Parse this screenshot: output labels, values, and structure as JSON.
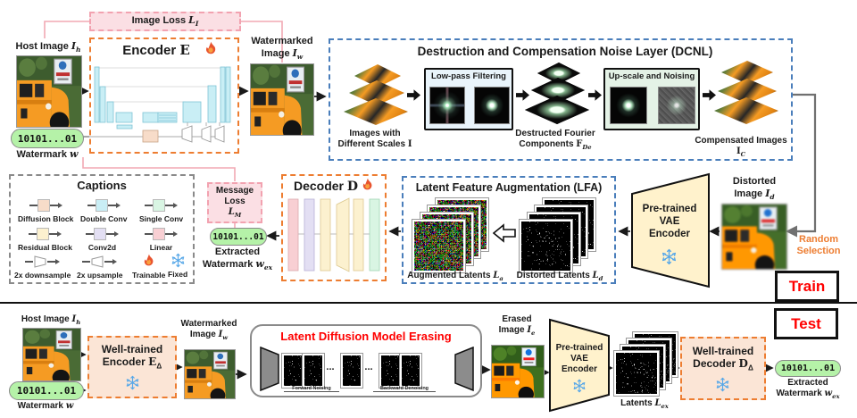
{
  "colors": {
    "trainable_flame": "#E8542F",
    "fixed_snowflake": "#58A8E8",
    "orange_dashed_border": "#ED7D31",
    "blue_dashed_border": "#4A7EBB",
    "pink_loss_fill": "#FBDFE4",
    "pink_loss_border": "#F2A2B0",
    "watermark_pill_green": "#B5F2A8",
    "vae_trapezoid_fill": "#FFF2CC",
    "badge_text_red": "#FF0000",
    "random_selection_orange": "#ED7D31",
    "lowpass_box_fill": "#E9F4FB",
    "upscale_box_fill": "#E4F2E6"
  },
  "train": {
    "image_loss": {
      "label": "Image Loss ",
      "math": "L",
      "sub": "I"
    },
    "host_image": {
      "label": "Host Image ",
      "math": "I",
      "sub": "h"
    },
    "watermark": {
      "pill": "10101...01",
      "label": "Watermark ",
      "math": "w"
    },
    "encoder": {
      "title": "Encoder ",
      "math": "E"
    },
    "watermarked_image": {
      "line1": "Watermarked",
      "line2": "Image ",
      "math": "I",
      "sub": "w"
    },
    "dcnl": {
      "title": "Destruction and Compensation Noise Layer (DCNL)",
      "scales_line1": "Images with",
      "scales_line2": "Different Scales ",
      "scales_math": "I",
      "lowpass_title": "Low-pass Filtering",
      "fourier_line1": "Destructed Fourier",
      "fourier_line2": "Components ",
      "fourier_math": "F",
      "fourier_sub": "De",
      "upscale_title": "Up-scale and Noising",
      "compensated_label": "Compensated Images ",
      "compensated_math": "I",
      "compensated_sub": "C"
    },
    "distorted_image": {
      "line1": "Distorted",
      "line2": "Image ",
      "math": "I",
      "sub": "d"
    },
    "random_selection": {
      "line1": "Random",
      "line2": "Selection"
    },
    "vae_encoder": {
      "line1": "Pre-trained",
      "line2": "VAE",
      "line3": "Encoder"
    },
    "lfa": {
      "title": "Latent Feature Augmentation (LFA)",
      "augmented_label": "Augmented Latents ",
      "augmented_math": "L",
      "augmented_sub": "a",
      "distorted_label": "Distorted Latents ",
      "distorted_math": "L",
      "distorted_sub": "d"
    },
    "decoder": {
      "title": "Decoder ",
      "math": "D"
    },
    "message_loss": {
      "label": "Message Loss",
      "math": "L",
      "sub": "M"
    },
    "extracted_watermark": {
      "pill": "10101...01",
      "line1": "Extracted",
      "line2": "Watermark ",
      "math": "w",
      "sub": "ex"
    },
    "badge": "Train"
  },
  "captions": {
    "title": "Captions",
    "items": [
      {
        "label": "Diffusion Block",
        "color": "#F7DCC9"
      },
      {
        "label": "Double Conv",
        "color": "#C9EEF5"
      },
      {
        "label": "Single Conv",
        "color": "#D9F5E3"
      },
      {
        "label": "Residual Block",
        "color": "#FCF1CF"
      },
      {
        "label": "Conv2d",
        "color": "#E3DFF3"
      },
      {
        "label": "Linear",
        "color": "#F8CFD3"
      },
      {
        "label": "2x downsample"
      },
      {
        "label": "2x upsample"
      },
      {
        "label": "Trainable"
      },
      {
        "label": "Fixed"
      }
    ]
  },
  "test": {
    "host_image": {
      "label": "Host Image ",
      "math": "I",
      "sub": "h"
    },
    "watermark": {
      "pill": "10101...01",
      "label": "Watermark ",
      "math": "w"
    },
    "encoder": {
      "line1": "Well-trained",
      "line2": "Encoder ",
      "math": "E",
      "sub": "Δ"
    },
    "watermarked_image": {
      "line1": "Watermarked",
      "line2": "Image ",
      "math": "I",
      "sub": "w"
    },
    "ldm": {
      "title": "Latent Diffusion Model Erasing",
      "forward": "Forward Noising",
      "backward": "Backward Denoising",
      "dots": "..."
    },
    "erased_image": {
      "line1": "Erased",
      "line2": "Image ",
      "math": "I",
      "sub": "e"
    },
    "vae_encoder": {
      "line1": "Pre-trained",
      "line2": "VAE",
      "line3": "Encoder"
    },
    "latents": {
      "label": "Latents ",
      "math": "L",
      "sub": "ex"
    },
    "decoder": {
      "line1": "Well-trained",
      "line2": "Decoder ",
      "math": "D",
      "sub": "Δ"
    },
    "extracted_watermark": {
      "pill": "10101...01",
      "line1": "Extracted",
      "line2": "Watermark ",
      "math": "w",
      "sub": "ex"
    },
    "badge": "Test"
  }
}
